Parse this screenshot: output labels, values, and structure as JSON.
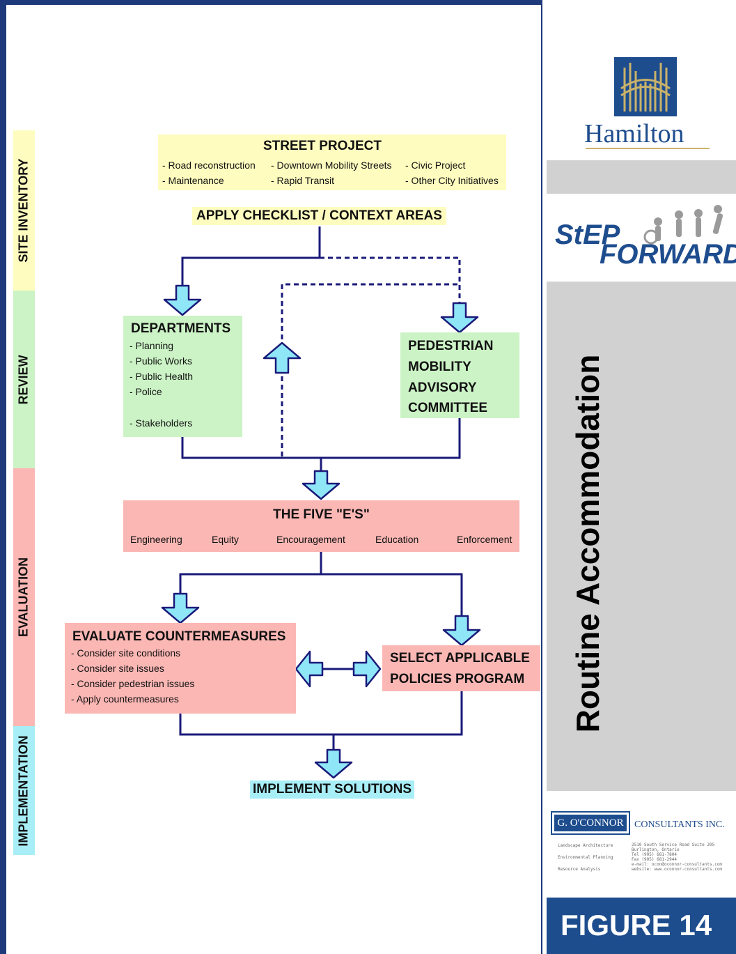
{
  "stages": [
    {
      "label": "SITE INVENTORY",
      "color": "#fefcbf"
    },
    {
      "label": "REVIEW",
      "color": "#ccf3c6"
    },
    {
      "label": "EVALUATION",
      "color": "#fbb7b4"
    },
    {
      "label": "IMPLEMENTATION",
      "color": "#a8eef7"
    }
  ],
  "street_project": {
    "title": "STREET PROJECT",
    "items": [
      "- Road reconstruction",
      "- Maintenance",
      "- Downtown Mobility Streets",
      "- Rapid Transit",
      "- Civic Project",
      "- Other City Initiatives"
    ]
  },
  "checklist": "APPLY CHECKLIST / CONTEXT AREAS",
  "departments": {
    "title": "DEPARTMENTS",
    "items": [
      "- Planning",
      "- Public Works",
      "- Public Health",
      "- Police",
      "- Stakeholders"
    ]
  },
  "pmac": {
    "lines": [
      "PEDESTRIAN",
      "MOBILITY",
      "ADVISORY",
      "COMMITTEE"
    ]
  },
  "five_es": {
    "title": "THE FIVE \"E'S\"",
    "items": [
      "Engineering",
      "Equity",
      "Encouragement",
      "Education",
      "Enforcement"
    ]
  },
  "evaluate": {
    "title": "EVALUATE COUNTERMEASURES",
    "items": [
      "- Consider site conditions",
      "- Consider site issues",
      "- Consider pedestrian issues",
      "- Apply countermeasures"
    ]
  },
  "select": {
    "lines": [
      "SELECT APPLICABLE",
      "POLICIES PROGRAM"
    ]
  },
  "implement": "IMPLEMENT SOLUTIONS",
  "sidebar": {
    "city": "Hamilton",
    "logo_text": "STEP FORWARD",
    "vertical_title": "Routine Accommodation",
    "consultant_name": "G. O'CONNOR",
    "consultant_suffix": "CONSULTANTS INC.",
    "services": [
      "Landscape Architecture",
      "Environmental Planning",
      "Resource Analysis"
    ],
    "address": [
      "2510 South Service Road Suite 205",
      "Burlington, Ontario",
      "Tel (905) 681-7804",
      "Fax (905) 681-2944",
      "e-mail: ocon@oconnor-consultants.com",
      "website: www.oconnor-consultants.com"
    ],
    "figure": "FIGURE 14"
  },
  "colors": {
    "frame": "#1f3a7a",
    "connector": "#1a1a7a",
    "arrow_fill": "#8fe6f7",
    "yellow": "#fefcbf",
    "green": "#ccf3c6",
    "red": "#fbb7b4",
    "cyan": "#a8eef7",
    "sidebar_gray": "#d1d1d1",
    "figure_bg": "#1e4d8e"
  }
}
